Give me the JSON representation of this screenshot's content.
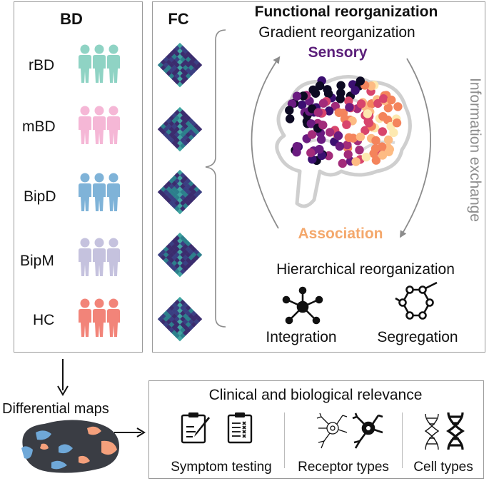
{
  "bd_panel": {
    "title": "BD",
    "groups": [
      {
        "label": "rBD",
        "color": "#8fd3c4"
      },
      {
        "label": "mBD",
        "color": "#f5b7d6"
      },
      {
        "label": "BipD",
        "color": "#7fb3d8"
      },
      {
        "label": "BipM",
        "color": "#c5c2de"
      },
      {
        "label": "HC",
        "color": "#f28479"
      }
    ]
  },
  "fc_panel": {
    "title": "FC",
    "matrix_color": "#3b2c6e"
  },
  "functional": {
    "title": "Functional reorganization",
    "gradient_label": "Gradient reorganization",
    "sensory_label": "Sensory",
    "sensory_color": "#5b1f7a",
    "association_label": "Association",
    "association_color": "#f4a86c",
    "exchange_label": "Information exchange",
    "hierarchical_label": "Hierarchical reorganization",
    "integration_label": "Integration",
    "segregation_label": "Segregation"
  },
  "differential": {
    "label": "Differential maps"
  },
  "clinical": {
    "title": "Clinical and biological relevance",
    "items": [
      {
        "label": "Symptom testing"
      },
      {
        "label": "Receptor types"
      },
      {
        "label": "Cell types"
      }
    ]
  }
}
